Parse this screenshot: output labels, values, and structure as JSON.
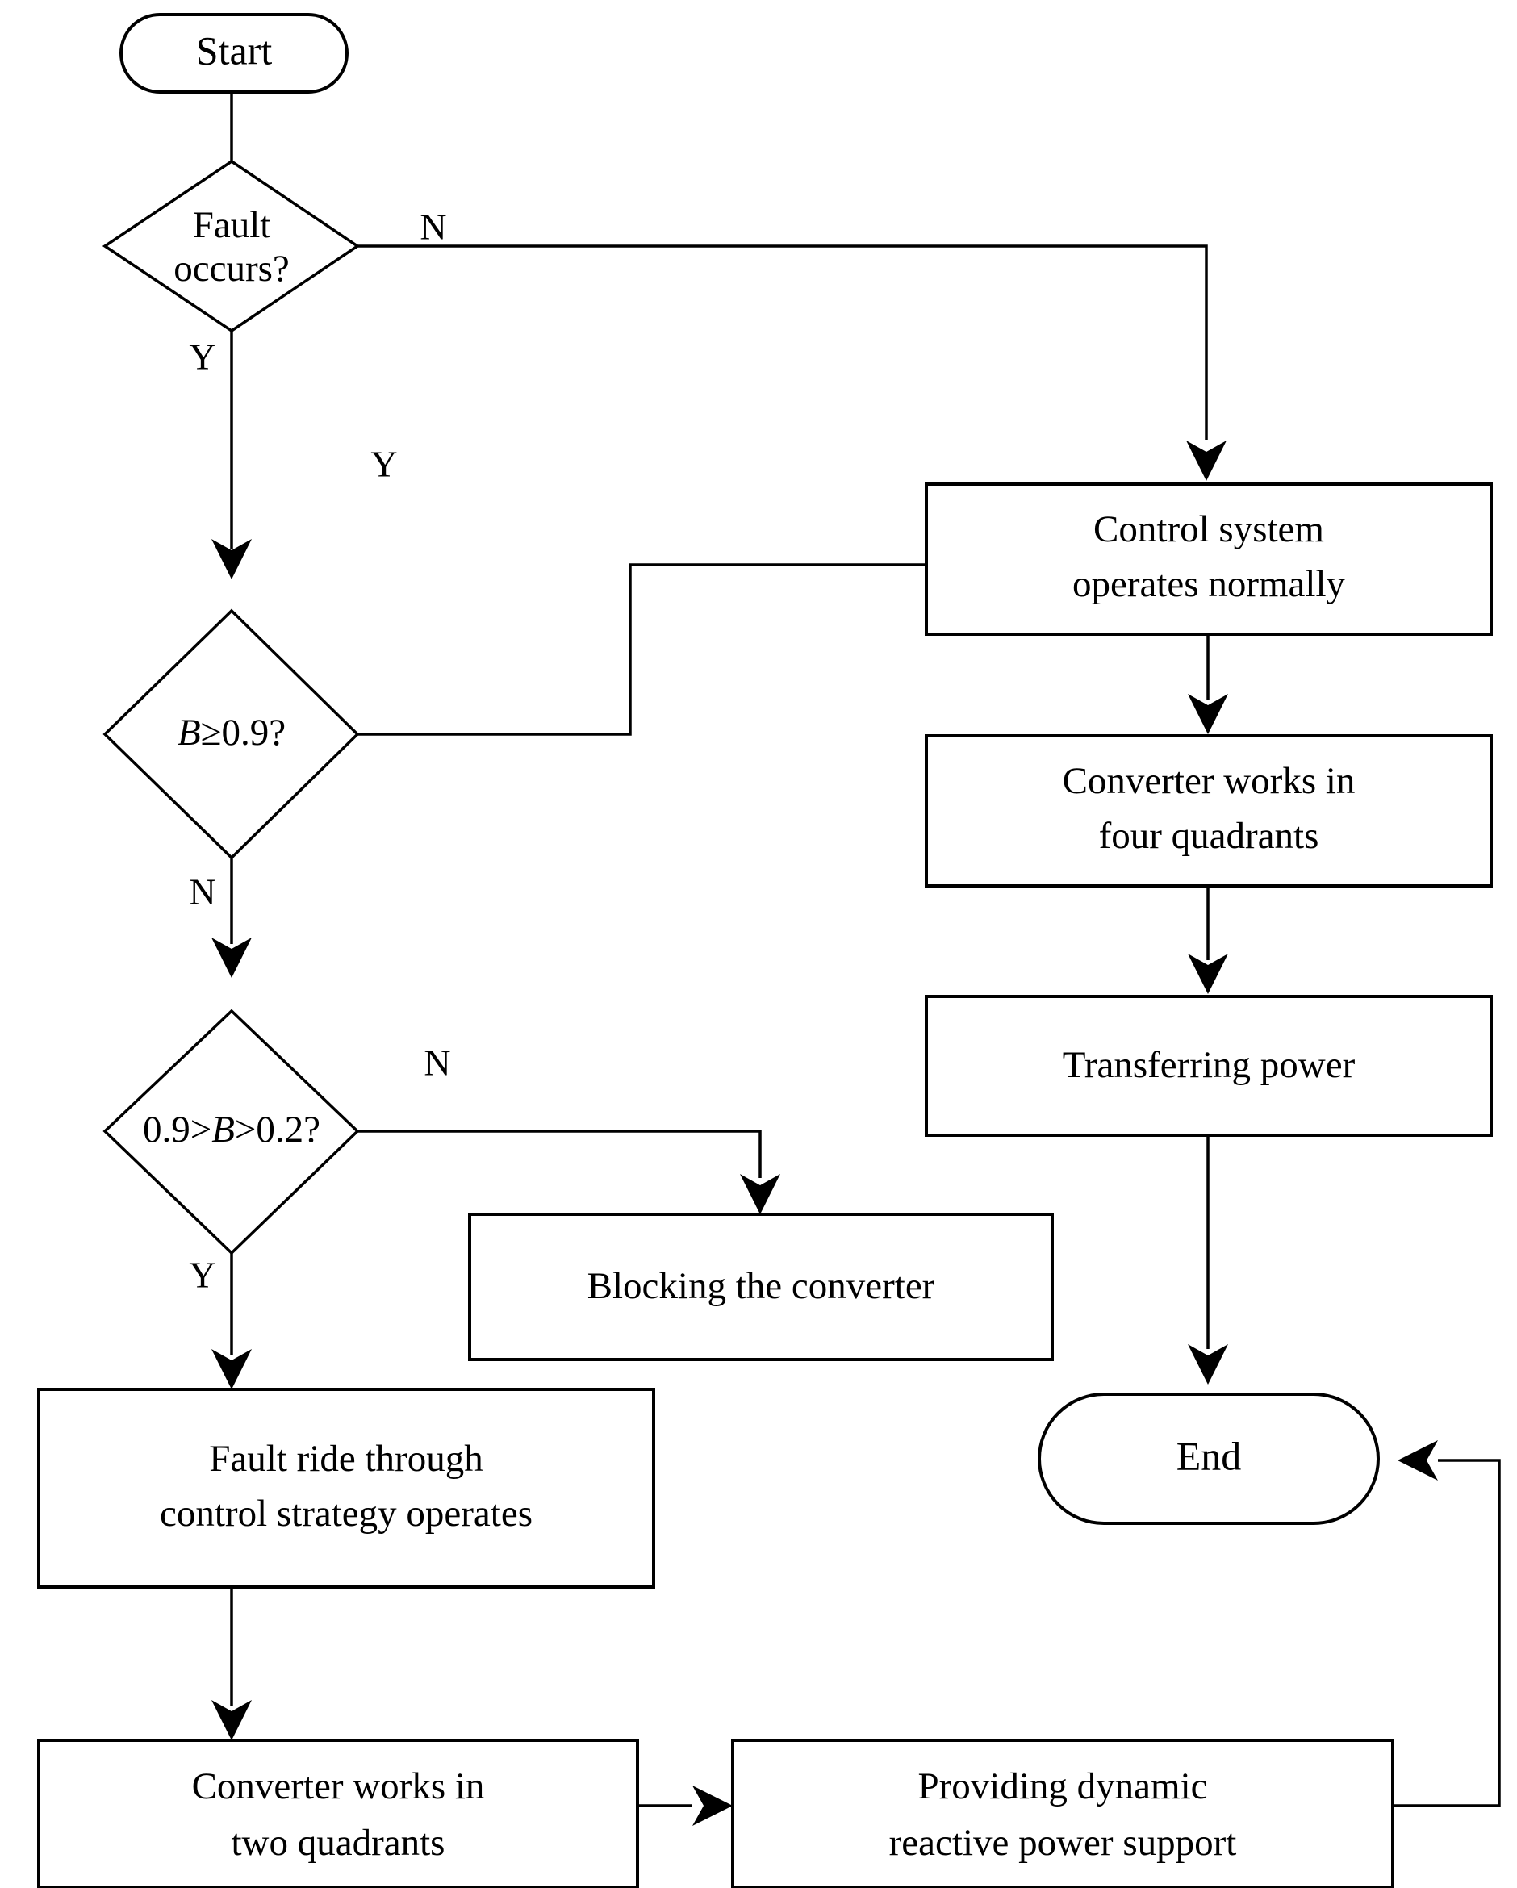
{
  "diagram": {
    "type": "flowchart",
    "orientation": "vertical",
    "background_color": "#ffffff",
    "line_color": "#000000",
    "text_color": "#000000",
    "nodes": {
      "start": {
        "label": "Start",
        "shape": "terminal"
      },
      "decision_fault": {
        "label": "Fault occurs?",
        "line1": "Fault",
        "line2": "occurs?",
        "shape": "decision"
      },
      "decision_b_ge": {
        "label": "B≥0.9?",
        "var": "B",
        "rest": "≥0.9?",
        "shape": "decision"
      },
      "decision_b_range": {
        "label": "0.9>B>0.2?",
        "pre": "0.9>",
        "var": "B",
        "post": ">0.2?",
        "shape": "decision"
      },
      "control_normal": {
        "label": "Control system operates normally",
        "line1": "Control system",
        "line2": "operates normally",
        "shape": "process"
      },
      "four_quadrants": {
        "label": "Converter works in four quadrants",
        "line1": "Converter works in",
        "line2": "four quadrants",
        "shape": "process"
      },
      "transferring_power": {
        "label": "Transferring power",
        "line1": "Transferring power",
        "shape": "process"
      },
      "blocking_converter": {
        "label": "Blocking the converter",
        "line1": "Blocking the converter",
        "shape": "process"
      },
      "frt_strategy": {
        "label": "Fault ride through control strategy operates",
        "line1": "Fault ride through",
        "line2": "control strategy operates",
        "shape": "process"
      },
      "two_quadrants": {
        "label": "Converter works in two quadrants",
        "line1": "Converter works in",
        "line2": "two quadrants",
        "shape": "process"
      },
      "reactive_support": {
        "label": "Providing dynamic reactive power support",
        "line1": "Providing dynamic",
        "line2": "reactive power support",
        "shape": "process"
      },
      "end": {
        "label": "End",
        "shape": "terminal"
      }
    },
    "edge_labels": {
      "fault_no": "N",
      "fault_yes": "Y",
      "b_ge_yes": "Y",
      "b_ge_no": "N",
      "b_range_no": "N",
      "b_range_yes": "Y"
    },
    "edges": [
      {
        "from": "start",
        "to": "decision_fault",
        "label": ""
      },
      {
        "from": "decision_fault",
        "to": "control_normal",
        "label": "N"
      },
      {
        "from": "decision_fault",
        "to": "decision_b_ge",
        "label": "Y"
      },
      {
        "from": "decision_b_ge",
        "to": "control_normal",
        "label": "Y"
      },
      {
        "from": "decision_b_ge",
        "to": "decision_b_range",
        "label": "N"
      },
      {
        "from": "decision_b_range",
        "to": "blocking_converter",
        "label": "N"
      },
      {
        "from": "decision_b_range",
        "to": "frt_strategy",
        "label": "Y"
      },
      {
        "from": "control_normal",
        "to": "four_quadrants",
        "label": ""
      },
      {
        "from": "four_quadrants",
        "to": "transferring_power",
        "label": ""
      },
      {
        "from": "transferring_power",
        "to": "end",
        "label": ""
      },
      {
        "from": "frt_strategy",
        "to": "two_quadrants",
        "label": ""
      },
      {
        "from": "two_quadrants",
        "to": "reactive_support",
        "label": ""
      },
      {
        "from": "reactive_support",
        "to": "end",
        "label": ""
      }
    ]
  }
}
